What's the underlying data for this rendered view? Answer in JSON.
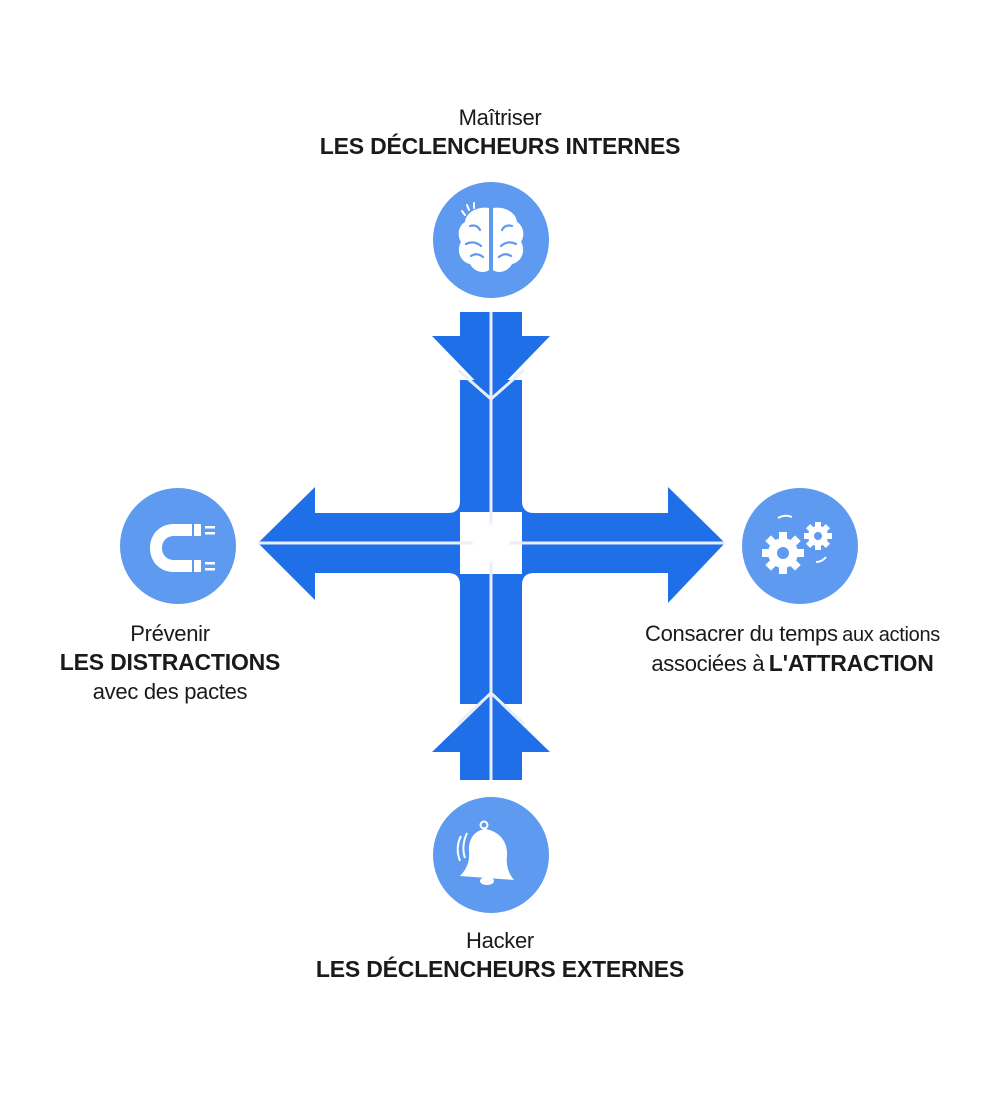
{
  "colors": {
    "arrow": "#1f6fe8",
    "circle": "#5e9af0",
    "icon": "#ffffff",
    "seam": "#e9eef8",
    "text": "#1a1a1a"
  },
  "quadrants": {
    "top": {
      "line1": "Maîtriser",
      "line2": "LES DÉCLENCHEURS INTERNES",
      "icon": "brain-icon"
    },
    "left": {
      "line1": "Prévenir",
      "line2": "LES DISTRACTIONS",
      "line3": "avec des pactes",
      "icon": "magnet-icon"
    },
    "right": {
      "line1a": "Consacrer du temps",
      "line1b": "aux actions",
      "line2a": "associées à",
      "line2b": "L'ATTRACTION",
      "icon": "gears-icon"
    },
    "bottom": {
      "line1": "Hacker",
      "line2": "LES DÉCLENCHEURS EXTERNES",
      "icon": "bell-icon"
    }
  }
}
